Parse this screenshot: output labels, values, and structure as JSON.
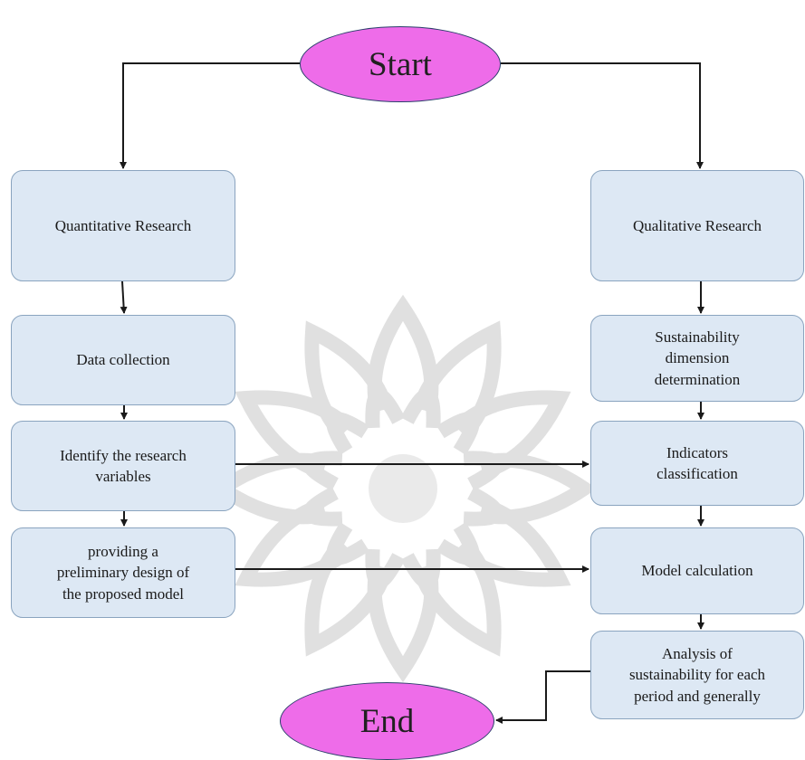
{
  "nodes": {
    "start": "Start",
    "end": "End",
    "quantitative_research": "Quantitative Research",
    "qualitative_research": "Qualitative Research",
    "data_collection": "Data collection",
    "identify_variables": [
      "Identify the research",
      "variables"
    ],
    "preliminary_design": [
      "providing a",
      "preliminary design of",
      "the proposed model"
    ],
    "sustainability_dimension": [
      "Sustainability",
      "dimension",
      "determination"
    ],
    "indicators_classification": [
      "Indicators",
      "classification"
    ],
    "model_calculation": "Model calculation",
    "analysis": [
      "Analysis of",
      "sustainability for each",
      "period and generally"
    ]
  },
  "colors": {
    "box_fill": "#dde8f4",
    "box_border": "#8aa4bf",
    "ellipse_fill": "#ee6ce9",
    "ellipse_border": "#2b3f6b",
    "connector": "#1a1a1a",
    "watermark": "#c8c8c8"
  }
}
